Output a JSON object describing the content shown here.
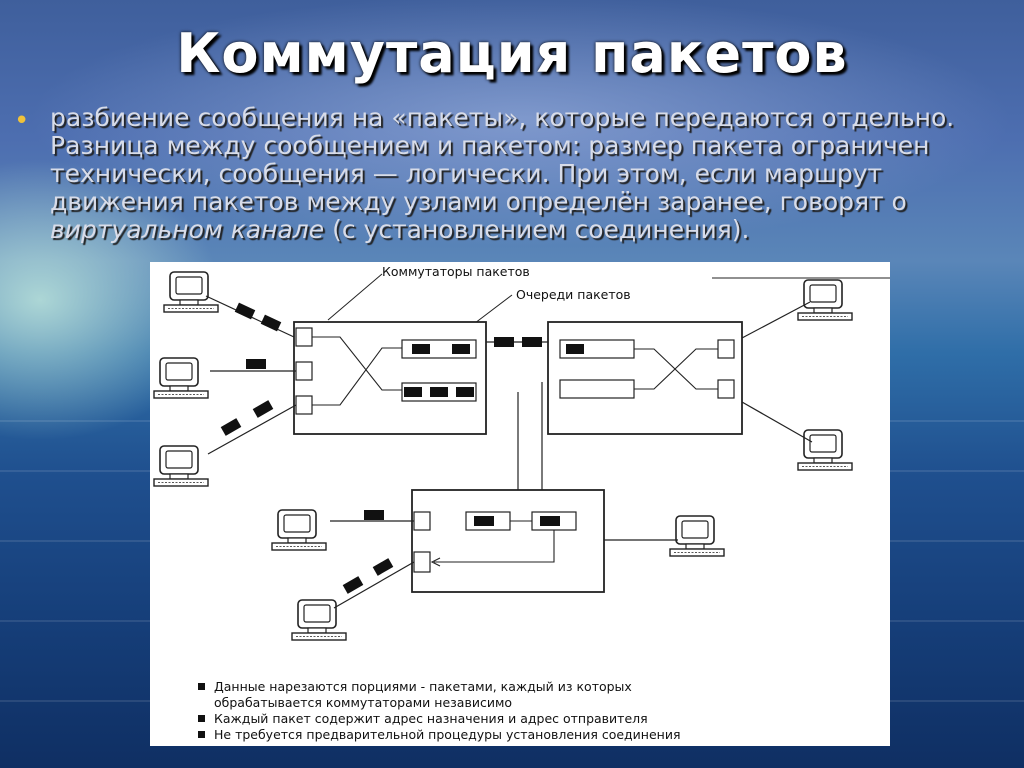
{
  "slide": {
    "title": "Коммутация пакетов",
    "text_before_italic": "разбиение сообщения на «пакеты», которые передаются отдельно. Разница между сообщением и пакетом: размер пакета ограничен технически, сообщения — логически. При этом, если маршрут движения пакетов между узлами определён заранее, говорят о ",
    "text_italic": "виртуальном канале",
    "text_after_italic": " (с установлением соединения).",
    "bullet_color": "#f0c23a"
  },
  "diagram": {
    "label_switches": "Коммутаторы пакетов",
    "label_queues": "Очереди пакетов",
    "legend": [
      "Данные нарезаются порциями - пакетами, каждый из которых",
      "обрабатывается коммутаторами независимо",
      "Каждый пакет содержит адрес назначения и адрес отправителя",
      "Не требуется предварительной процедуры установления соединения"
    ]
  }
}
